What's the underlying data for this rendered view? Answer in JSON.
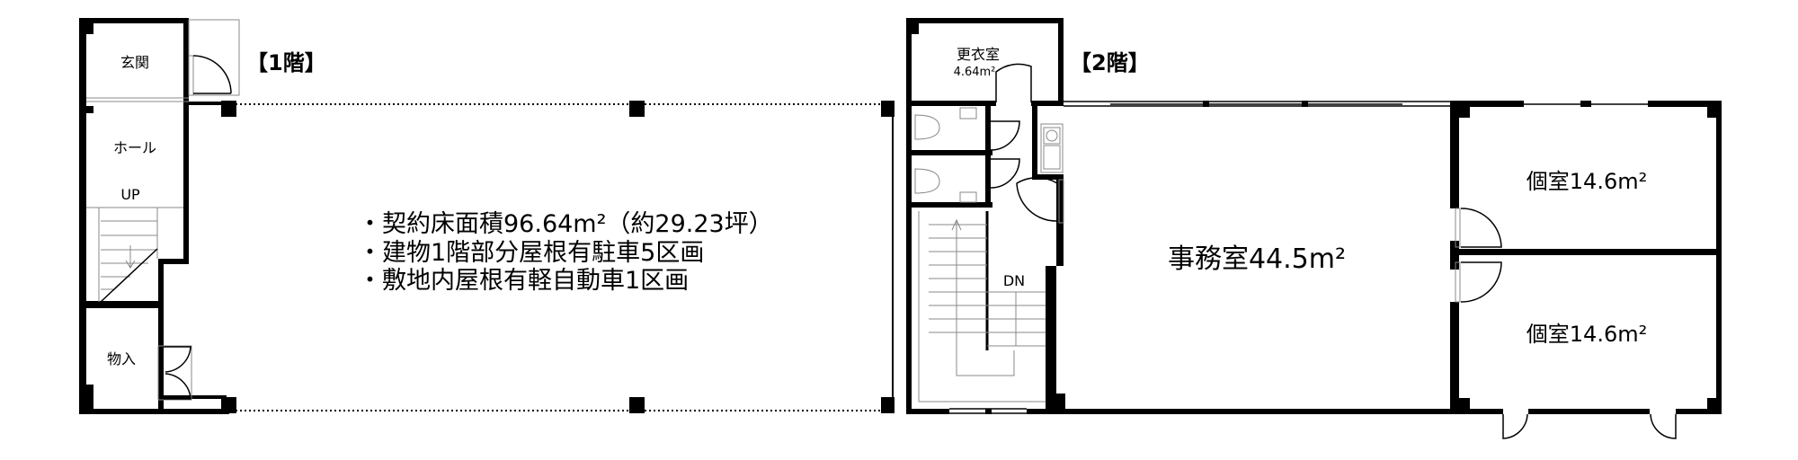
{
  "floor1": {
    "title": "【1階】",
    "rooms": {
      "entrance": "玄関",
      "hall": "ホール",
      "up": "UP",
      "storage": "物入"
    },
    "notes": [
      "・契約床面積96.64m²（約29.23坪）",
      "・建物1階部分屋根有駐車5区画",
      "・敷地内屋根有軽自動車1区画"
    ]
  },
  "floor2": {
    "title": "【2階】",
    "rooms": {
      "changing": "更衣室",
      "changing_area": "4.64m²",
      "dn": "DN",
      "office": "事務室44.5m²",
      "private1": "個室14.6m²",
      "private2": "個室14.6m²"
    }
  }
}
